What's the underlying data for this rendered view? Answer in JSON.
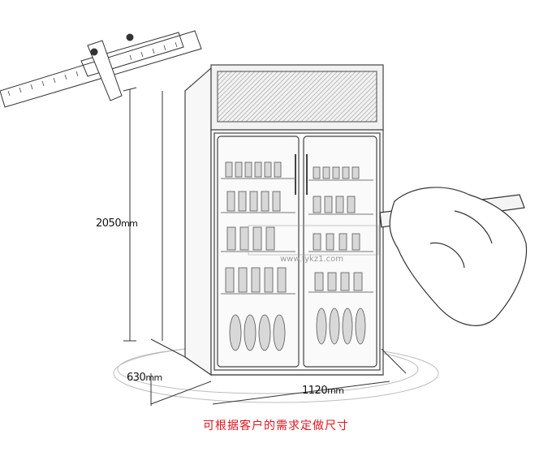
{
  "dimensions": {
    "height": {
      "value": "2050",
      "unit": "mm"
    },
    "depth": {
      "value": "630",
      "unit": "mm"
    },
    "width": {
      "value": "1120",
      "unit": "mm"
    }
  },
  "caption": "可根据客户的需求定做尺寸",
  "watermark": "www.fykz1.com",
  "colors": {
    "line": "#3a3a3a",
    "caption": "#e0141e",
    "watermark": "#9a9a9a"
  },
  "icons": [
    "caliper-ruler-icon",
    "hand-with-pencil-icon",
    "refrigerator-illustration"
  ]
}
